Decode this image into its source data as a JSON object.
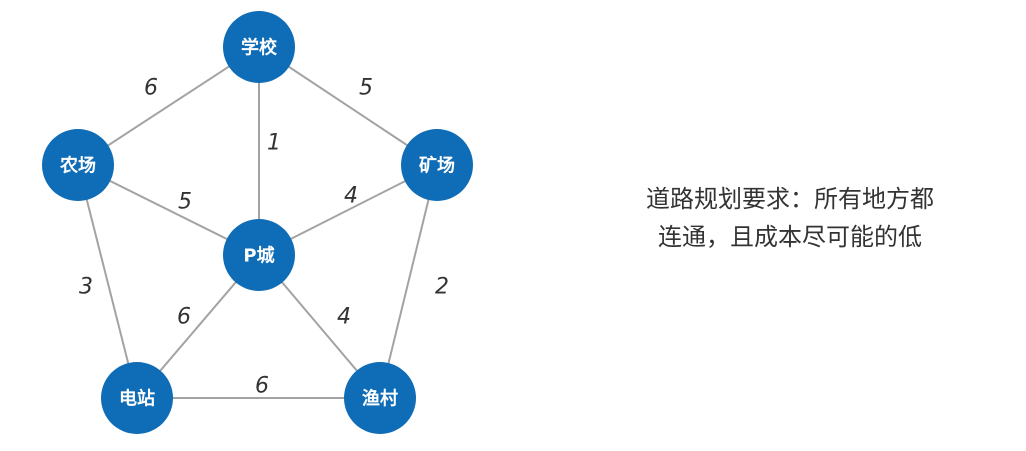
{
  "colors": {
    "node_fill": "#0f6cb6",
    "edge_stroke": "#a3a3a3",
    "text": "#333333",
    "node_text": "#ffffff"
  },
  "diagram": {
    "nodes": [
      {
        "id": "school",
        "label": "学校"
      },
      {
        "id": "farm",
        "label": "农场"
      },
      {
        "id": "mine",
        "label": "矿场"
      },
      {
        "id": "pcity",
        "label": "P城"
      },
      {
        "id": "power",
        "label": "电站"
      },
      {
        "id": "fishing",
        "label": "渔村"
      }
    ],
    "edges": [
      {
        "from": "school",
        "to": "farm",
        "weight": "6"
      },
      {
        "from": "school",
        "to": "mine",
        "weight": "5"
      },
      {
        "from": "school",
        "to": "pcity",
        "weight": "1"
      },
      {
        "from": "farm",
        "to": "pcity",
        "weight": "5"
      },
      {
        "from": "mine",
        "to": "pcity",
        "weight": "4"
      },
      {
        "from": "farm",
        "to": "power",
        "weight": "3"
      },
      {
        "from": "mine",
        "to": "fishing",
        "weight": "2"
      },
      {
        "from": "pcity",
        "to": "power",
        "weight": "6"
      },
      {
        "from": "pcity",
        "to": "fishing",
        "weight": "4"
      },
      {
        "from": "power",
        "to": "fishing",
        "weight": "6"
      }
    ]
  },
  "caption": {
    "line1": "道路规划要求：所有地方都",
    "line2": "连通，且成本尽可能的低"
  }
}
